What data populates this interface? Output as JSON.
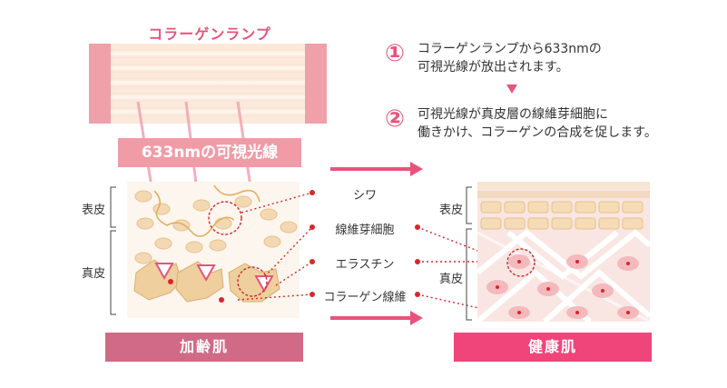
{
  "lamp": {
    "title": "コラーゲンランプ"
  },
  "visible_light_label": "633nmの可視光線",
  "steps": [
    {
      "number": "①",
      "line1": "コラーゲンランプから633nmの",
      "line2": "可視光線が放出されます。"
    },
    {
      "number": "②",
      "line1": "可視光線が真皮層の線維芽細胞に",
      "line2": "働きかけ、コラーゲンの合成を促します。"
    }
  ],
  "layers": {
    "left": {
      "epidermis": "表皮",
      "dermis": "真皮"
    },
    "right": {
      "epidermis": "表皮",
      "dermis": "真皮"
    }
  },
  "callouts": [
    "シワ",
    "線維芽細胞",
    "エラスチン",
    "コラーゲン線維"
  ],
  "bottom": {
    "aged_skin": "加齢肌",
    "healthy_skin": "健康肌"
  },
  "colors": {
    "accent": "#e8537a",
    "lamp_pink": "#f19ba7",
    "aged_bar": "#d06a86",
    "healthy_bar": "#f0457a",
    "dot_red": "#d9262d"
  }
}
